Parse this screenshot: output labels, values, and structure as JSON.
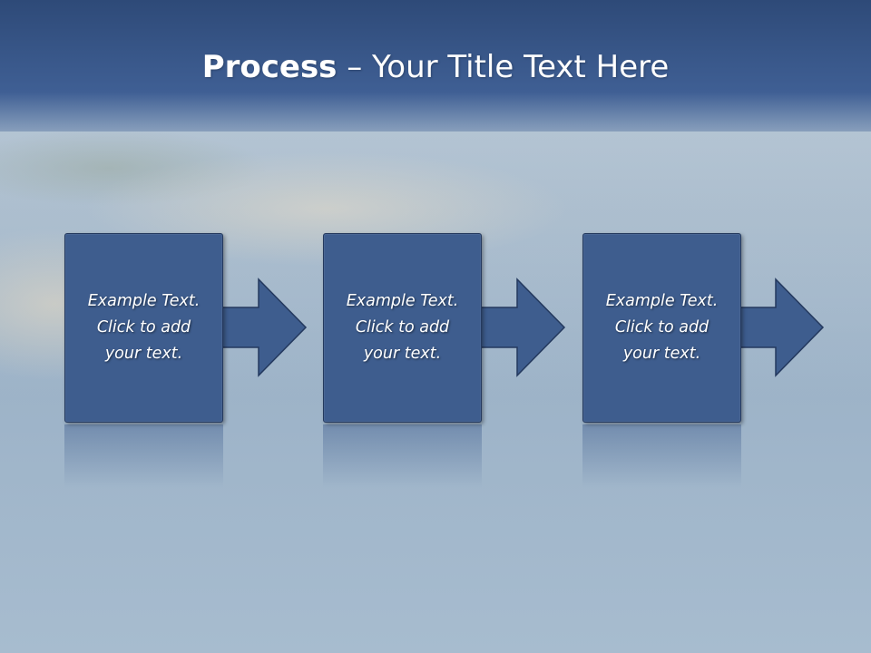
{
  "slide": {
    "title_bold": "Process",
    "title_rest": " – Your Title Text Here"
  },
  "steps": [
    {
      "text": "Example Text.\nClick  to add\nyour text."
    },
    {
      "text": "Example Text.\nClick  to add\nyour text."
    },
    {
      "text": "Example Text.\nClick  to add\nyour text."
    }
  ],
  "colors": {
    "box_fill": "#3e5d8e",
    "box_border": "#24395e",
    "header": "#3f5f94"
  }
}
